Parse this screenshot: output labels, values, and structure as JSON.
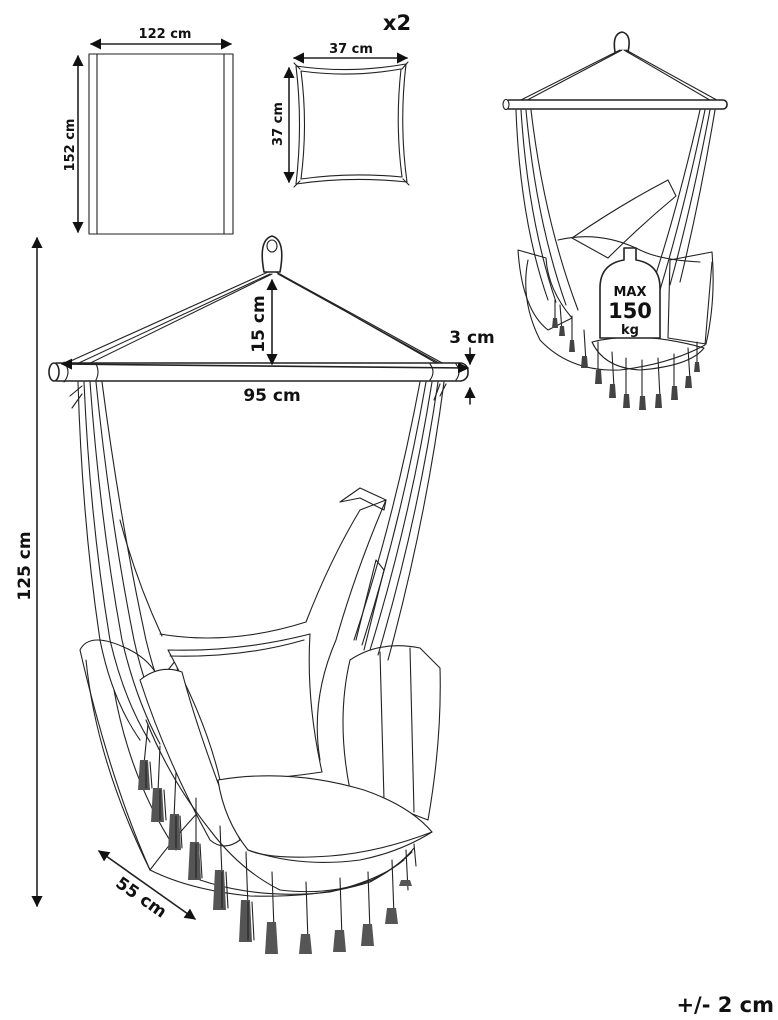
{
  "blanket": {
    "width_label": "122 cm",
    "height_label": "152 cm"
  },
  "cushion": {
    "width_label": "37 cm",
    "height_label": "37 cm",
    "quantity_label": "x2"
  },
  "chair": {
    "height_label": "125 cm",
    "bar_length_label": "95 cm",
    "rope_drop_label": "15 cm",
    "bar_diameter_label": "3 cm",
    "depth_label": "55 cm"
  },
  "weight_badge": {
    "line1": "MAX",
    "line2": "150",
    "line3": "kg"
  },
  "tolerance_label": "+/- 2 cm"
}
